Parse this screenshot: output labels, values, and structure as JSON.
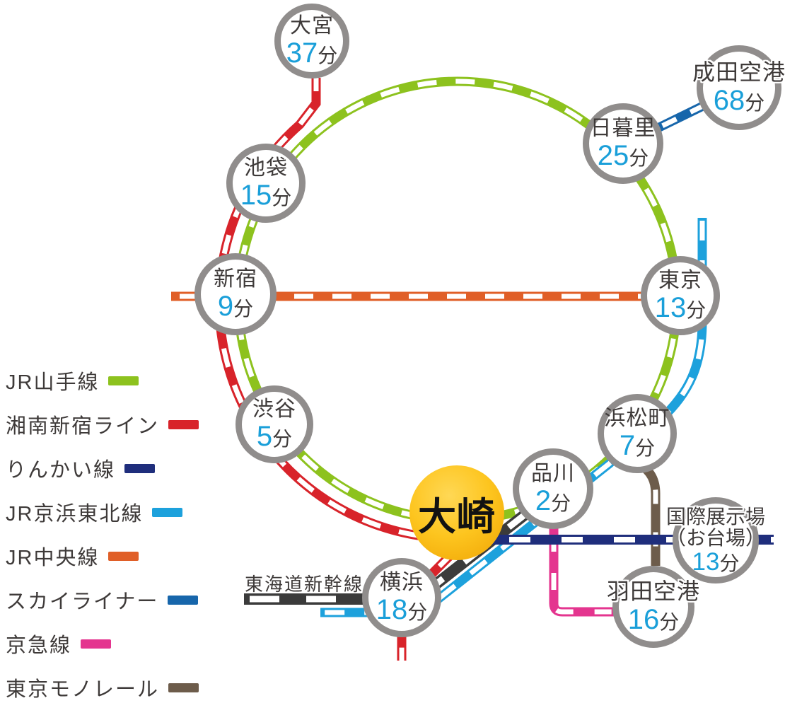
{
  "units": {
    "minutes": "分"
  },
  "hub": {
    "name": "大崎"
  },
  "labels": {
    "shinkansen": "東海道新幹線"
  },
  "stations": [
    {
      "id": "omiya",
      "name": "大宮",
      "minutes": "37"
    },
    {
      "id": "narita",
      "name": "成田空港",
      "minutes": "68"
    },
    {
      "id": "nippori",
      "name": "日暮里",
      "minutes": "25"
    },
    {
      "id": "ikebukuro",
      "name": "池袋",
      "minutes": "15"
    },
    {
      "id": "shinjuku",
      "name": "新宿",
      "minutes": "9"
    },
    {
      "id": "tokyo",
      "name": "東京",
      "minutes": "13"
    },
    {
      "id": "shibuya",
      "name": "渋谷",
      "minutes": "5"
    },
    {
      "id": "hamamatsucho",
      "name": "浜松町",
      "minutes": "7"
    },
    {
      "id": "shinagawa",
      "name": "品川",
      "minutes": "2"
    },
    {
      "id": "yokohama",
      "name": "横浜",
      "minutes": "18"
    },
    {
      "id": "odaiba",
      "name": "国際展示場",
      "name2": "（お台場）",
      "minutes": "13"
    },
    {
      "id": "haneda",
      "name": "羽田空港",
      "minutes": "16"
    }
  ],
  "legend": [
    {
      "label": "JR山手線",
      "color_key": "yamanote"
    },
    {
      "label": "湘南新宿ライン",
      "color_key": "shonan_shinjuku"
    },
    {
      "label": "りんかい線",
      "color_key": "rinkai"
    },
    {
      "label": "JR京浜東北線",
      "color_key": "keihin_tohoku"
    },
    {
      "label": "JR中央線",
      "color_key": "chuo"
    },
    {
      "label": "スカイライナー",
      "color_key": "skyliner"
    },
    {
      "label": "京急線",
      "color_key": "keikyu"
    },
    {
      "label": "東京モノレール",
      "color_key": "monorail"
    }
  ],
  "colors": {
    "yamanote": "#8dc21e",
    "shonan_shinjuku": "#d8232a",
    "rinkai": "#1f2e7c",
    "keihin_tohoku": "#1da1dc",
    "chuo": "#e05f28",
    "skyliner": "#1766ab",
    "keikyu": "#e4358f",
    "monorail": "#6d5c4b",
    "shinkansen": "#3b3b3b",
    "ring": "#908d8c",
    "station_text": "#3e3a39",
    "minutes": "#1a9fd9",
    "osaki_light": "#ffd855",
    "osaki_mid": "#fdc51f",
    "osaki_dark": "#efa303"
  }
}
